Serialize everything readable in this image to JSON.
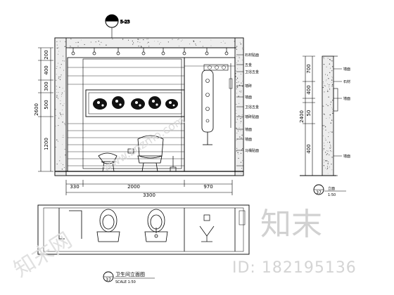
{
  "callouts": {
    "top_section": "5-23",
    "elevation_no": "37",
    "side_no": "37"
  },
  "front_elevation": {
    "vertical_dims": [
      "200",
      "400",
      "300",
      "500",
      "1200"
    ],
    "overall_height": "2600",
    "horizontal_dims": [
      "330",
      "2000",
      "970"
    ],
    "overall_width": "3300",
    "notes": [
      "石材贴面",
      "五金",
      "卫浴五金",
      "墙砖",
      "墙面",
      "卫浴五金",
      "墙砖贴面",
      "墙面",
      "墙面",
      "马桶贴面"
    ]
  },
  "side_elevation": {
    "vertical_dims": [
      "700",
      "400",
      "50",
      "400"
    ],
    "overall_height": "2400",
    "notes": [
      "墙面",
      "石材",
      "墙面",
      "墙面"
    ]
  },
  "titles": {
    "elevation_title": "卫生间立面图",
    "elevation_scale": "SCALE 1:50",
    "side_title": "立面",
    "side_scale": "1:50"
  },
  "watermark": {
    "brand": "知末",
    "site": "www.znzmo.com",
    "diag": "知末网",
    "id_label": "ID: 182195136"
  }
}
